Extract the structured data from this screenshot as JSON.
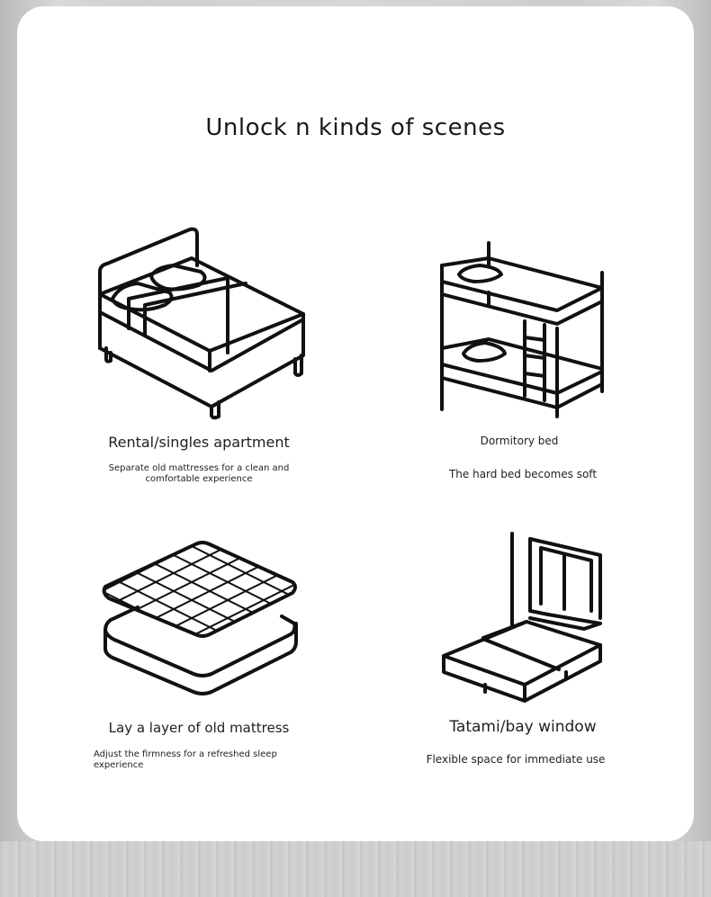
{
  "title": "Unlock n kinds of scenes",
  "scenes": [
    {
      "name": "Rental/singles apartment",
      "desc": "Separate old mattresses for a clean and comfortable experience",
      "icon": "double-bed-icon"
    },
    {
      "name": "Dormitory bed",
      "desc": "The hard bed becomes soft",
      "icon": "bunk-bed-icon"
    },
    {
      "name": "Lay a layer of old mattress",
      "desc": "Adjust the firmness for a refreshed sleep experience",
      "icon": "mattress-topper-icon"
    },
    {
      "name": "Tatami/bay window",
      "desc": "Flexible space for immediate use",
      "icon": "tatami-window-icon"
    }
  ],
  "colors": {
    "card": "#ffffff",
    "ink": "#111111",
    "background": "#d3d3d3"
  }
}
